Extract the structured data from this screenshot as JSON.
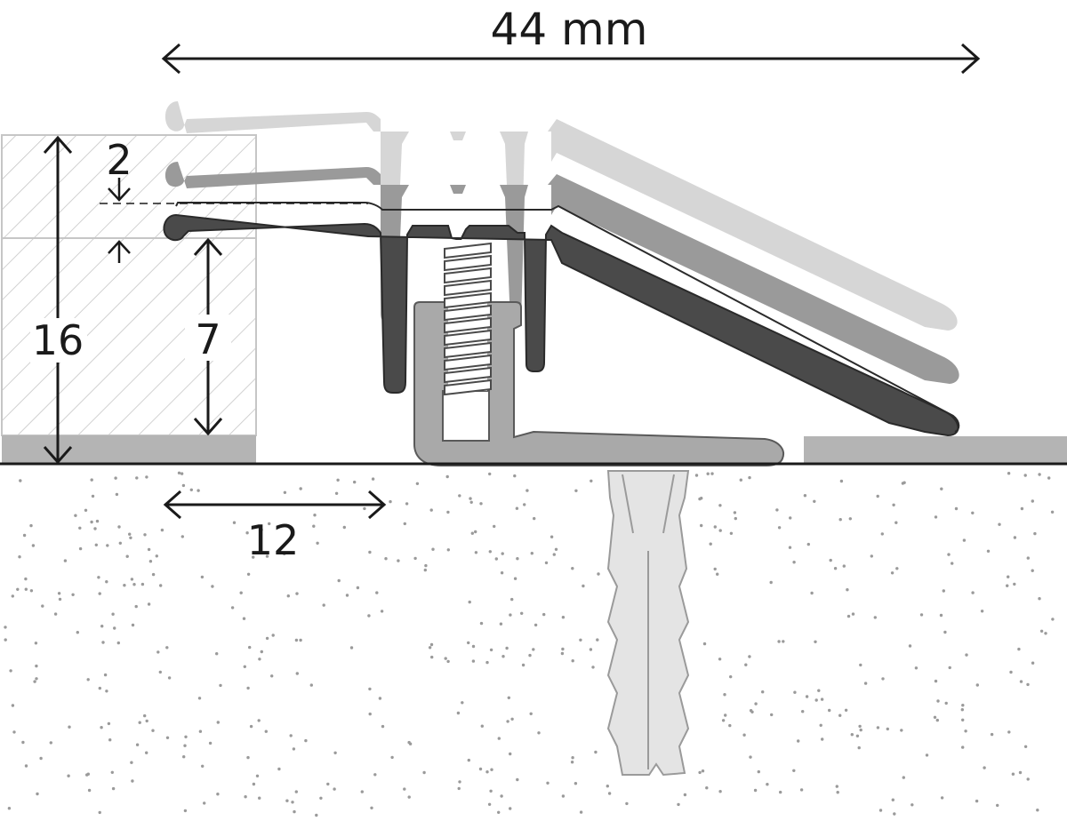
{
  "labels": {
    "total_width": "44 mm",
    "top_offset": "2",
    "total_height": "16",
    "inner_height": "7",
    "overlap_width": "12"
  },
  "colors": {
    "ink": "#1a1a1a",
    "profile_dark": "#4a4a4a",
    "profile_mid": "#9a9a9a",
    "profile_light": "#d6d6d6",
    "base_rail": "#a9a9a9",
    "floor_strip": "#b4b4b4",
    "hatch": "#c6c6c6",
    "dowel": "#e4e4e4",
    "screed_dots": "#9a9a9a"
  }
}
